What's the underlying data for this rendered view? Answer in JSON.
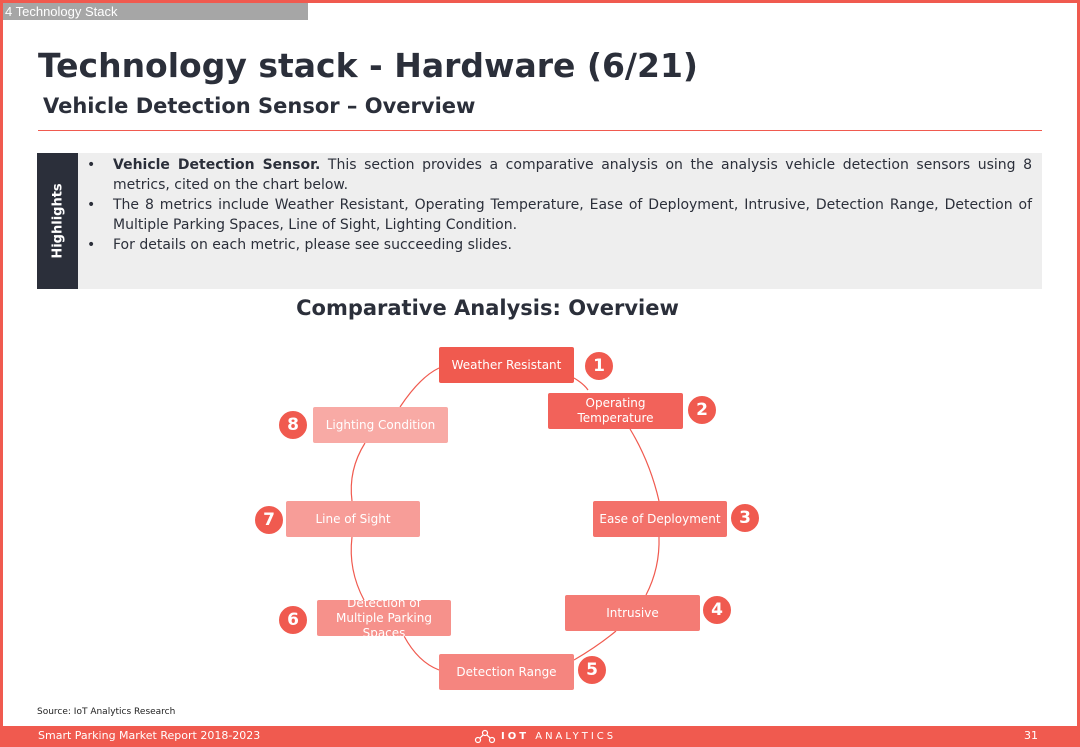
{
  "section_tag": "4 Technology Stack",
  "title": "Technology stack - Hardware (6/21)",
  "subtitle": "Vehicle Detection Sensor – Overview",
  "highlights": {
    "tab_label": "Highlights",
    "bullets": [
      {
        "bold": "Vehicle Detection Sensor.",
        "text": " This section provides a comparative analysis on the analysis vehicle detection sensors using 8 metrics, cited on the chart below."
      },
      {
        "bold": "",
        "text": "The 8 metrics include Weather Resistant, Operating Temperature, Ease of Deployment, Intrusive, Detection Range, Detection of Multiple Parking Spaces, Line of Sight, Lighting Condition."
      },
      {
        "bold": "",
        "text": "For details on each metric, please see succeeding slides."
      }
    ]
  },
  "chart_title": "Comparative Analysis: Overview",
  "cycle": [
    {
      "number": "1",
      "label": "Weather Resistant",
      "color": "#f05a4f"
    },
    {
      "number": "2",
      "label": "Operating Temperature",
      "color": "#f2625a"
    },
    {
      "number": "3",
      "label": "Ease of Deployment",
      "color": "#f3716a"
    },
    {
      "number": "4",
      "label": "Intrusive",
      "color": "#f47b74"
    },
    {
      "number": "5",
      "label": "Detection Range",
      "color": "#f5857f"
    },
    {
      "number": "6",
      "label": "Detection of Multiple Parking Spaces",
      "color": "#f6918b"
    },
    {
      "number": "7",
      "label": "Line of Sight",
      "color": "#f79d98"
    },
    {
      "number": "8",
      "label": "Lighting Condition",
      "color": "#f8aaa5"
    }
  ],
  "source": "Source: IoT Analytics Research",
  "footer": {
    "report_name": "Smart Parking Market Report 2018-2023",
    "logo_bold": "IOT",
    "logo_light": "ANALYTICS",
    "page_number": "31"
  }
}
